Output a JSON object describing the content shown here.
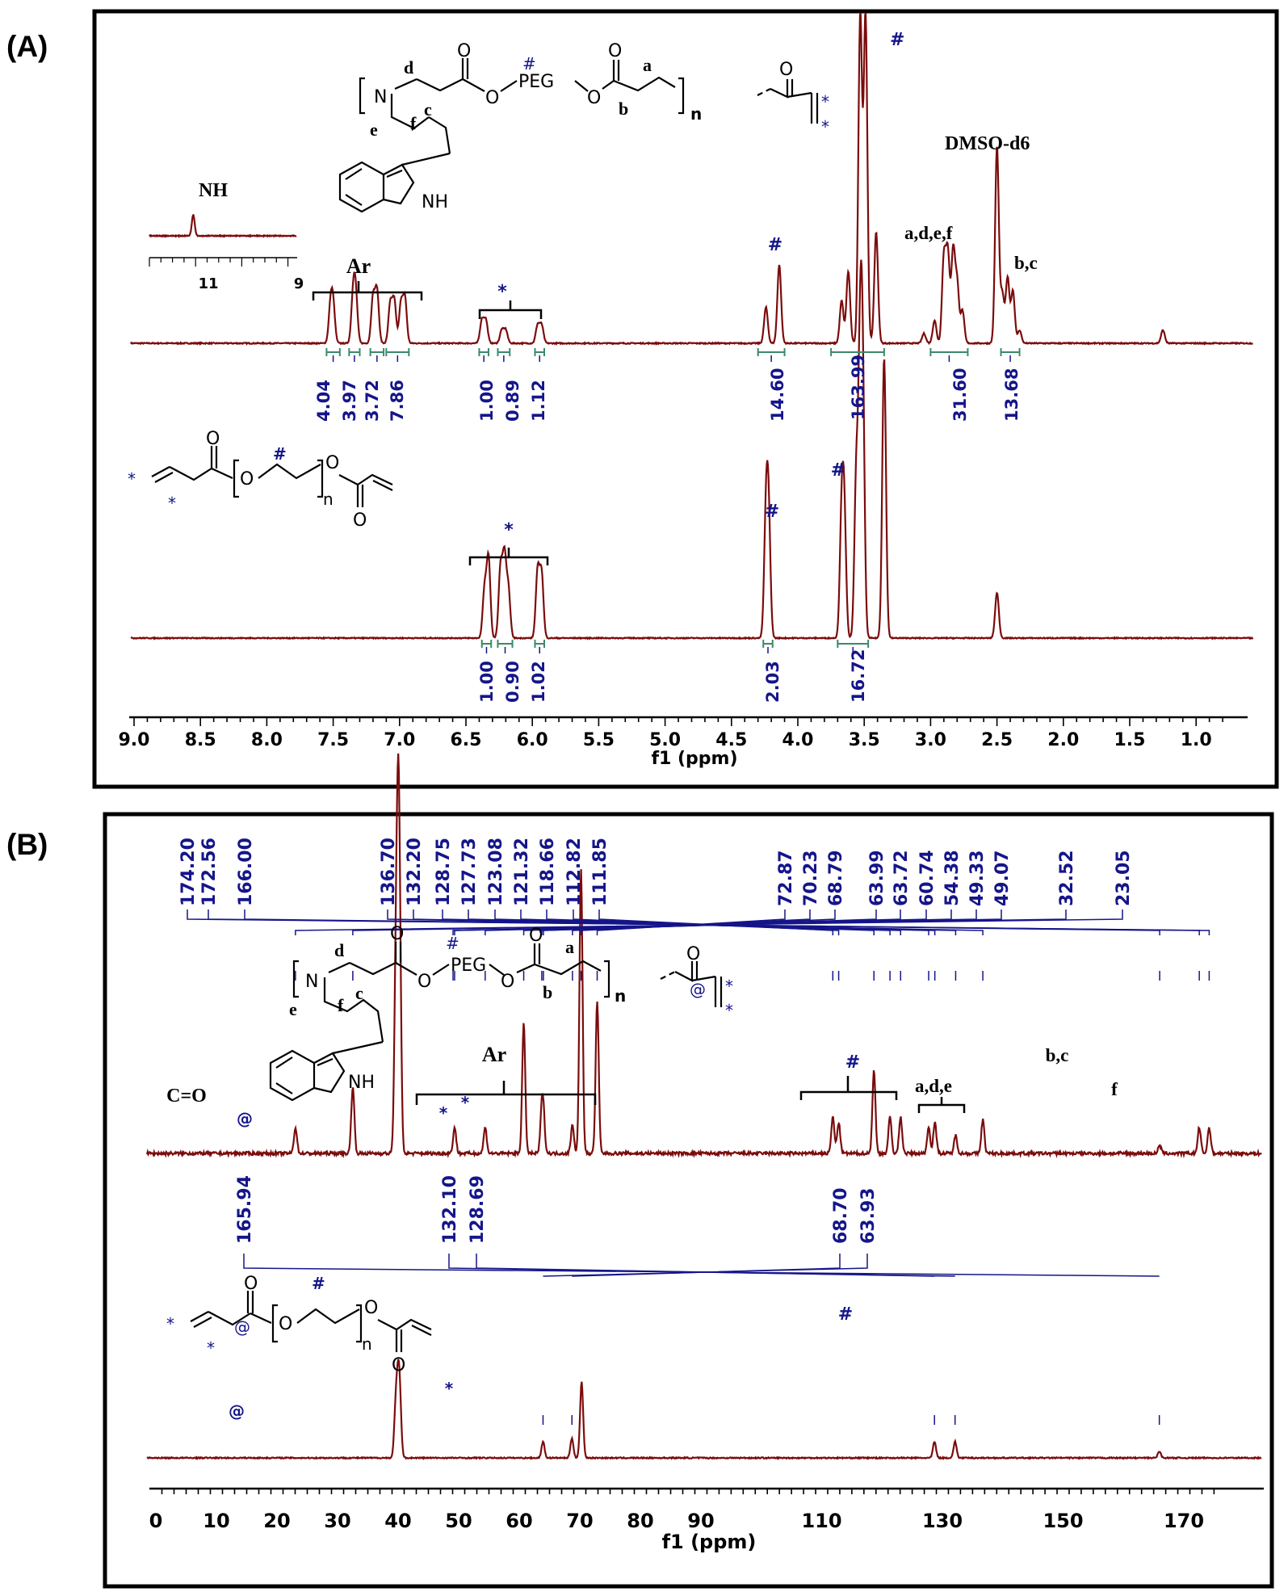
{
  "colors": {
    "spectrum": "#7b0c0c",
    "annotation": "#15158a",
    "integral": "#3a8a6a",
    "structure": "#000000",
    "frame": "#000000"
  },
  "panel_a": {
    "label": "(A)",
    "top_structure": {
      "letters": [
        "d",
        "c",
        "a",
        "b",
        "e",
        "f",
        "n"
      ],
      "peg": "PEG",
      "n_atom": "N",
      "nh": "NH",
      "o": "O"
    },
    "bottom_structure": {
      "n": "n",
      "o": "O"
    },
    "inset": {
      "label": "NH",
      "ticks": [
        "11",
        "9"
      ]
    },
    "annotations": {
      "hash": "#",
      "star": "*",
      "ar": "Ar",
      "solvent": "DMSO-d6",
      "adef": "a,d,e,f",
      "bc": "b,c"
    }
  },
  "panel_b": {
    "label": "(B)",
    "top_structure": {
      "letters": [
        "d",
        "c",
        "a",
        "b",
        "e",
        "f",
        "n"
      ],
      "peg": "PEG",
      "n_atom": "N",
      "nh": "NH",
      "o": "O"
    },
    "bottom_structure": {
      "n": "n",
      "o": "O"
    },
    "annotations": {
      "hash": "#",
      "star": "*",
      "at": "@",
      "co": "C=O",
      "ar": "Ar",
      "ade": "a,d,e",
      "bc": "b,c",
      "f": "f"
    }
  },
  "chart_data": [
    {
      "type": "line",
      "panel": "A",
      "xlabel": "f1 (ppm)",
      "x_reversed": true,
      "xlim": [
        9.0,
        0.8
      ],
      "x_ticks": [
        "9.0",
        "8.5",
        "8.0",
        "7.5",
        "7.0",
        "6.5",
        "6.0",
        "5.5",
        "5.0",
        "4.5",
        "4.0",
        "3.5",
        "3.0",
        "2.5",
        "2.0",
        "1.5",
        "1.0"
      ],
      "series": [
        {
          "trace": "top",
          "peaks": [
            [
              7.52,
              0.11
            ],
            [
              7.5,
              0.11
            ],
            [
              7.35,
              0.14
            ],
            [
              7.33,
              0.14
            ],
            [
              7.2,
              0.14
            ],
            [
              7.17,
              0.16
            ],
            [
              7.07,
              0.12
            ],
            [
              7.04,
              0.13
            ],
            [
              6.99,
              0.12
            ],
            [
              6.96,
              0.14
            ],
            [
              6.38,
              0.07
            ],
            [
              6.35,
              0.07
            ],
            [
              6.23,
              0.04
            ],
            [
              6.2,
              0.04
            ],
            [
              5.96,
              0.055
            ],
            [
              5.93,
              0.055
            ],
            [
              4.24,
              0.11
            ],
            [
              4.14,
              0.24
            ],
            [
              3.67,
              0.13
            ],
            [
              3.62,
              0.22
            ],
            [
              3.53,
              1.0
            ],
            [
              3.49,
              1.0
            ],
            [
              3.41,
              0.34
            ],
            [
              3.05,
              0.03
            ],
            [
              2.97,
              0.07
            ],
            [
              2.9,
              0.26
            ],
            [
              2.87,
              0.27
            ],
            [
              2.83,
              0.28
            ],
            [
              2.8,
              0.18
            ],
            [
              2.76,
              0.1
            ],
            [
              2.5,
              0.6
            ],
            [
              2.46,
              0.15
            ],
            [
              2.42,
              0.2
            ],
            [
              2.38,
              0.16
            ],
            [
              2.33,
              0.04
            ],
            [
              1.25,
              0.04
            ]
          ],
          "integrals": [
            {
              "range": [
                7.55,
                7.45
              ],
              "value": "4.04"
            },
            {
              "range": [
                7.38,
                7.3
              ],
              "value": "3.97"
            },
            {
              "range": [
                7.22,
                7.12
              ],
              "value": "3.72"
            },
            {
              "range": [
                7.1,
                6.93
              ],
              "value": "7.86"
            },
            {
              "range": [
                6.4,
                6.33
              ],
              "value": "1.00"
            },
            {
              "range": [
                6.26,
                6.17
              ],
              "value": "0.89"
            },
            {
              "range": [
                5.98,
                5.91
              ],
              "value": "1.12"
            },
            {
              "range": [
                4.3,
                4.1
              ],
              "value": "14.60"
            },
            {
              "range": [
                3.75,
                3.35
              ],
              "value": "163.99"
            },
            {
              "range": [
                3.0,
                2.72
              ],
              "value": "31.60"
            },
            {
              "range": [
                2.47,
                2.33
              ],
              "value": "13.68"
            }
          ]
        },
        {
          "trace": "bottom",
          "peaks": [
            [
              6.36,
              0.18
            ],
            [
              6.33,
              0.3
            ],
            [
              6.24,
              0.26
            ],
            [
              6.21,
              0.3
            ],
            [
              6.18,
              0.18
            ],
            [
              5.96,
              0.25
            ],
            [
              5.93,
              0.24
            ],
            [
              4.24,
              0.43
            ],
            [
              4.22,
              0.43
            ],
            [
              3.67,
              0.43
            ],
            [
              3.65,
              0.43
            ],
            [
              3.56,
              0.6
            ],
            [
              3.53,
              1.0
            ],
            [
              3.51,
              0.8
            ],
            [
              3.35,
              1.05
            ],
            [
              2.5,
              0.17
            ]
          ],
          "integrals": [
            {
              "range": [
                6.38,
                6.31
              ],
              "value": "1.00"
            },
            {
              "range": [
                6.26,
                6.15
              ],
              "value": "0.90"
            },
            {
              "range": [
                5.98,
                5.91
              ],
              "value": "1.02"
            },
            {
              "range": [
                4.26,
                4.19
              ],
              "value": "2.03"
            },
            {
              "range": [
                3.7,
                3.47
              ],
              "value": "16.72"
            }
          ]
        },
        {
          "trace": "inset",
          "xlim": [
            12,
            9
          ],
          "peaks": [
            [
              11.05,
              1.0
            ]
          ]
        }
      ]
    },
    {
      "type": "line",
      "panel": "B",
      "xlabel": "f1 (ppm)",
      "x_reversed": true,
      "xlim": [
        175.5,
        0
      ],
      "x_ticks": [
        "170",
        "150",
        "130",
        "110",
        "90",
        "80",
        "70",
        "60",
        "50",
        "40",
        "30",
        "20",
        "10",
        "0"
      ],
      "x_tick_values": [
        170,
        150,
        130,
        110,
        90,
        80,
        70,
        60,
        50,
        40,
        30,
        20,
        10,
        0
      ],
      "series": [
        {
          "trace": "top",
          "peaks": [
            [
              174.2,
              0.1
            ],
            [
              172.56,
              0.1
            ],
            [
              166.0,
              0.03
            ],
            [
              136.7,
              0.13
            ],
            [
              132.2,
              0.07
            ],
            [
              128.75,
              0.12
            ],
            [
              127.73,
              0.1
            ],
            [
              123.08,
              0.14
            ],
            [
              121.32,
              0.14
            ],
            [
              118.66,
              0.32
            ],
            [
              112.82,
              0.12
            ],
            [
              111.85,
              0.14
            ],
            [
              72.87,
              0.59
            ],
            [
              70.2,
              1.1
            ],
            [
              68.79,
              0.11
            ],
            [
              63.99,
              0.13
            ],
            [
              63.72,
              0.14
            ],
            [
              60.74,
              0.5
            ],
            [
              54.38,
              0.1
            ],
            [
              49.33,
              0.1
            ],
            [
              40.3,
              0.55
            ],
            [
              40.0,
              1.1
            ],
            [
              39.6,
              0.6
            ],
            [
              32.52,
              0.26
            ],
            [
              23.05,
              0.1
            ]
          ],
          "labels": [
            "174.20",
            "172.56",
            "166.00",
            "136.70",
            "132.20",
            "128.75",
            "127.73",
            "123.08",
            "121.32",
            "118.66",
            "112.82",
            "111.85",
            "72.87",
            "70.23",
            "68.79",
            "63.99",
            "63.72",
            "60.74",
            "54.38",
            "49.33",
            "49.07",
            "32.52",
            "23.05"
          ]
        },
        {
          "trace": "bottom",
          "peaks": [
            [
              165.94,
              0.04
            ],
            [
              132.1,
              0.1
            ],
            [
              128.69,
              0.1
            ],
            [
              70.3,
              0.47
            ],
            [
              68.7,
              0.12
            ],
            [
              63.93,
              0.1
            ],
            [
              40.3,
              0.3
            ],
            [
              40.0,
              0.37
            ],
            [
              39.6,
              0.3
            ]
          ],
          "labels": [
            "165.94",
            "132.10",
            "128.69",
            "68.70",
            "63.93"
          ]
        }
      ]
    }
  ]
}
